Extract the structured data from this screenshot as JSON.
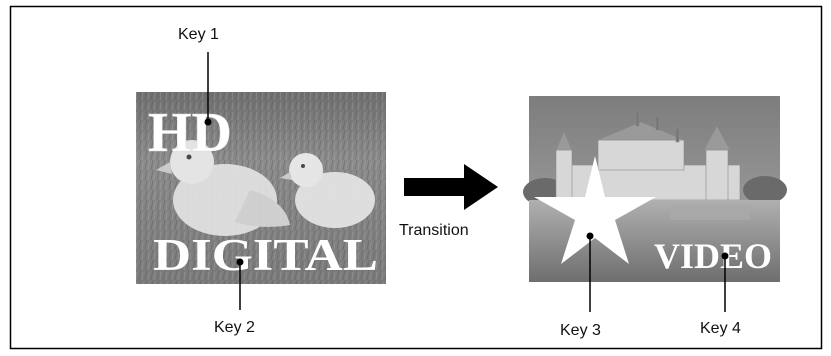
{
  "keys": {
    "key1": "Key 1",
    "key2": "Key 2",
    "key3": "Key 3",
    "key4": "Key 4"
  },
  "transition_label": "Transition",
  "overlay_text": {
    "hd": "HD",
    "digital": "DIGITAL",
    "video": "VIDEO"
  }
}
